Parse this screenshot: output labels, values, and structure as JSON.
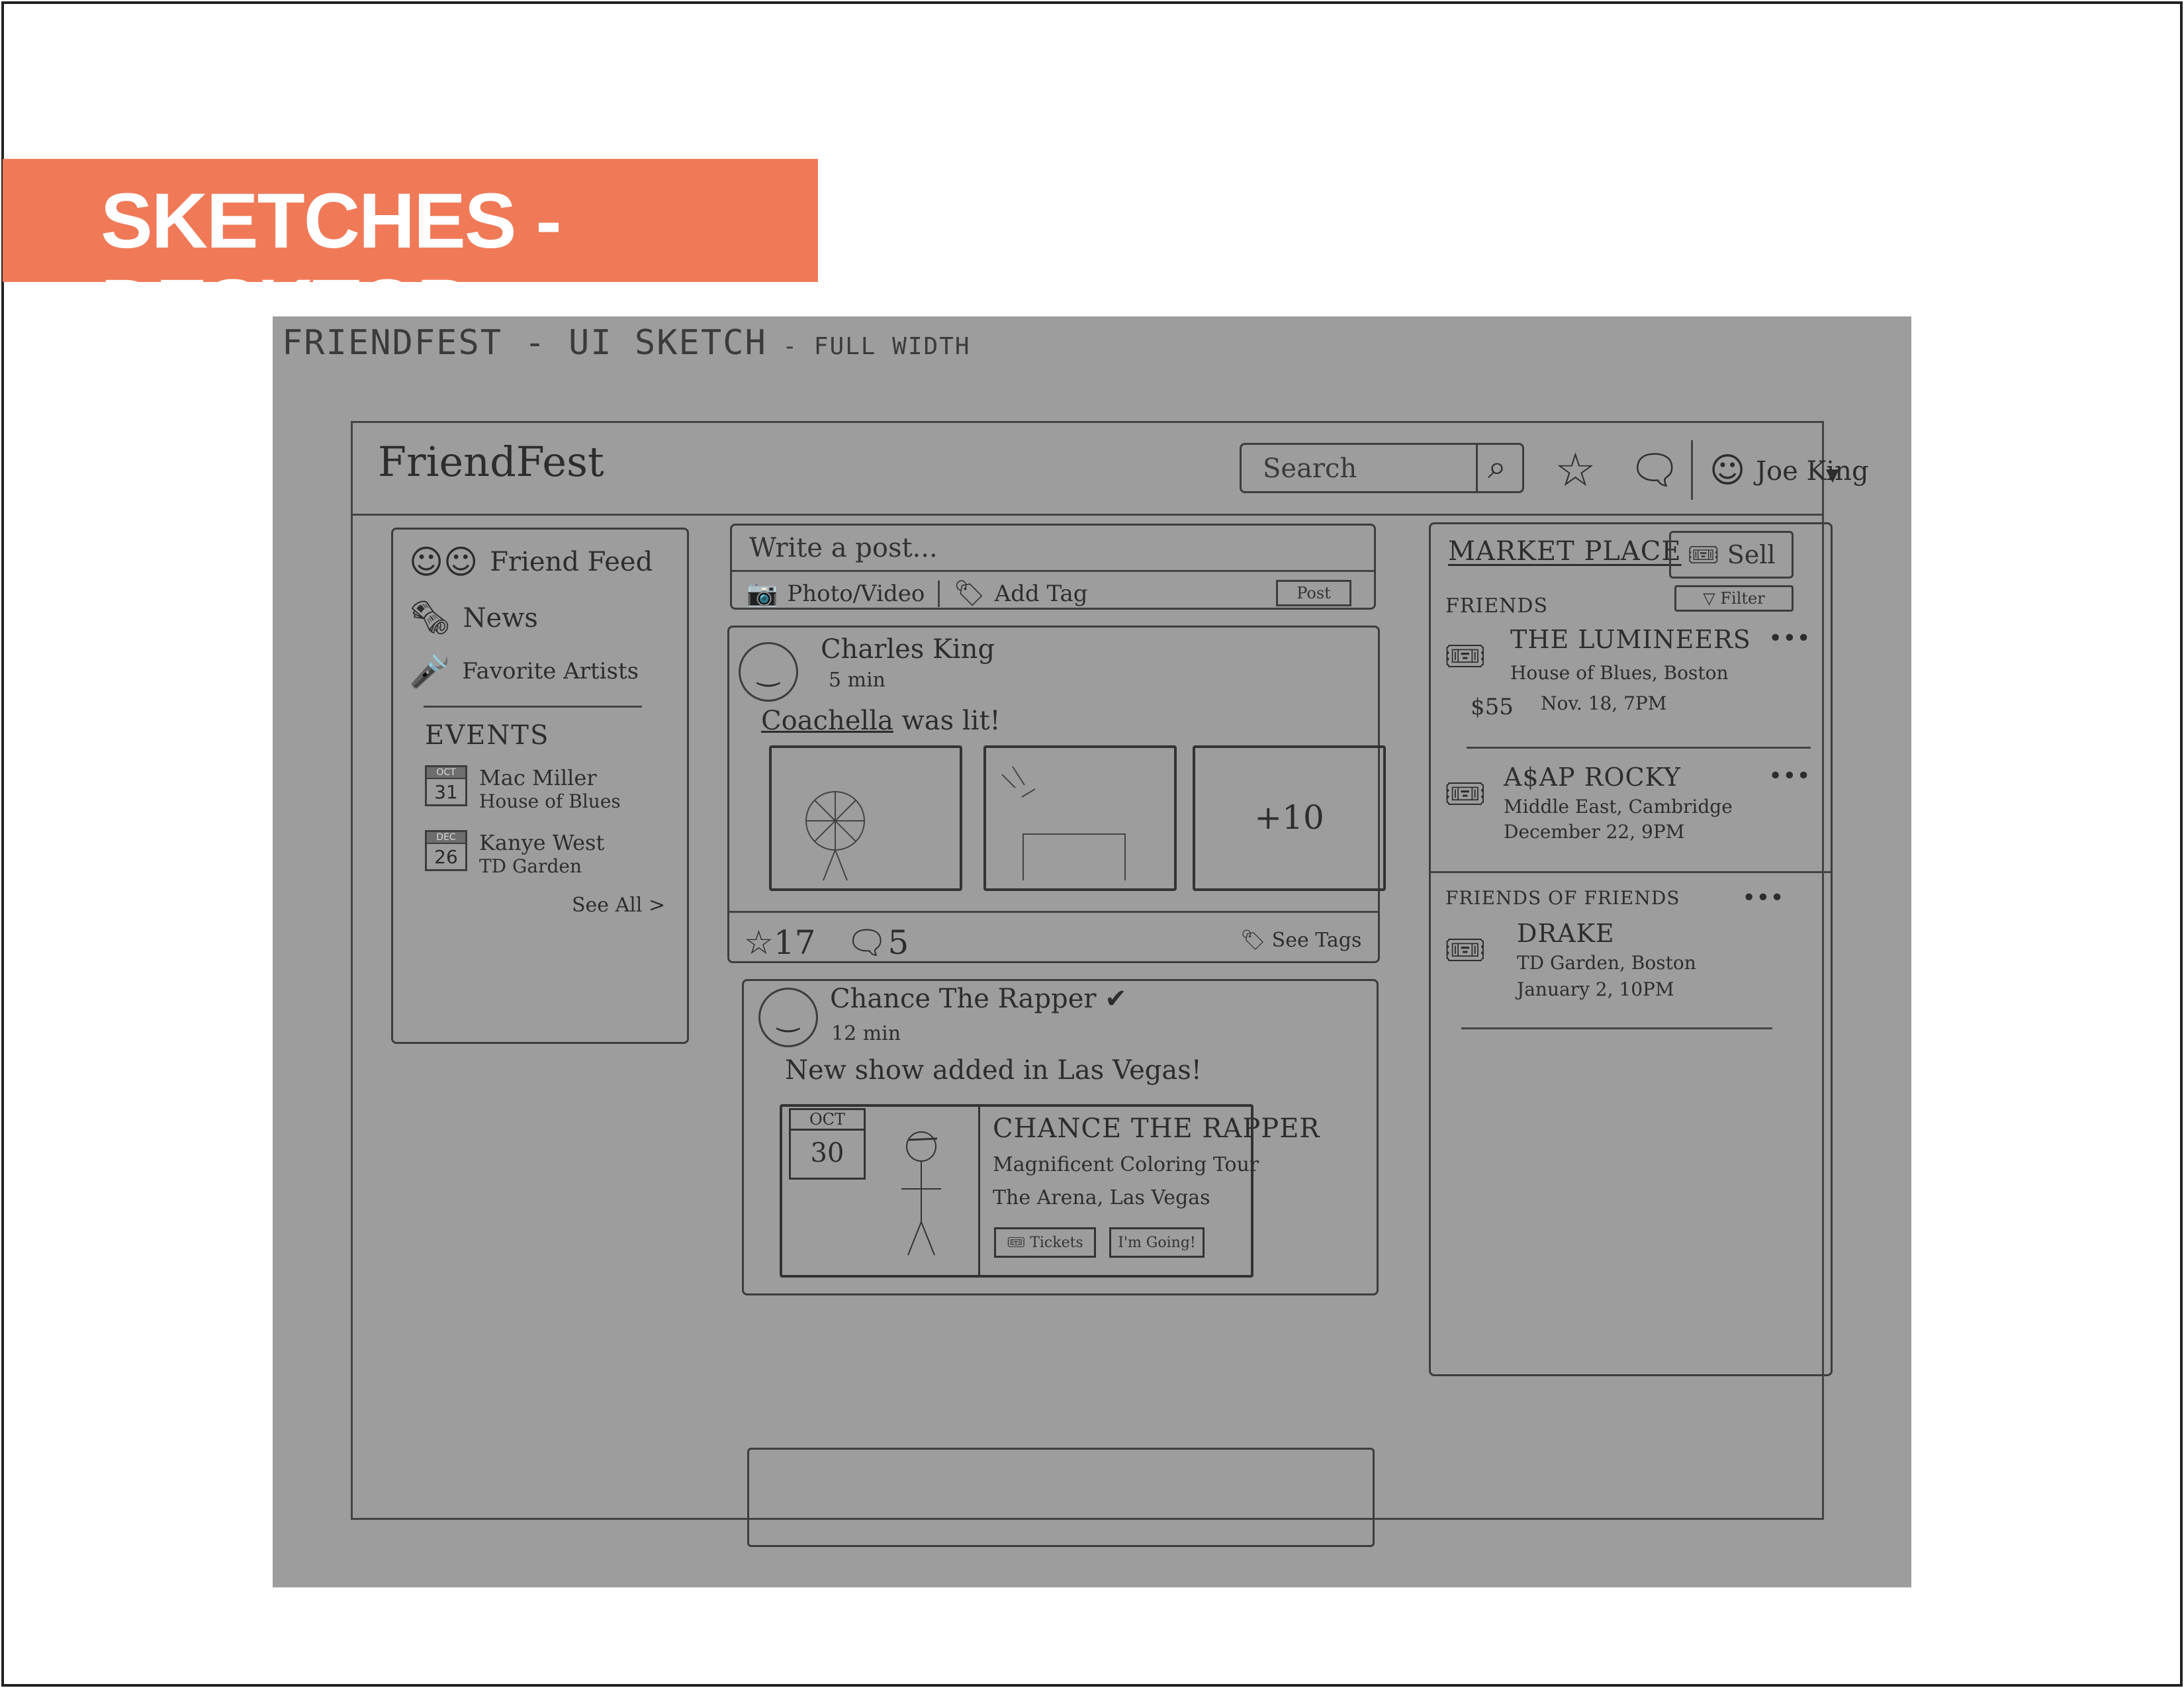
{
  "slide": {
    "banner_title": "SKETCHES - DESKTOP"
  },
  "sketch": {
    "heading": "FRIENDFEST - UI SKETCH",
    "heading_sub": " - FULL WIDTH"
  },
  "header": {
    "logo": "FriendFest",
    "search_placeholder": "Search",
    "user_name": "Joe King"
  },
  "sidebar": {
    "items": [
      {
        "label": "Friend Feed",
        "icon": "people-icon"
      },
      {
        "label": "News",
        "icon": "news-icon"
      },
      {
        "label": "Favorite Artists",
        "icon": "microphone-icon"
      }
    ],
    "events_title": "EVENTS",
    "events": [
      {
        "month": "OCT",
        "day": "31",
        "name": "Mac Miller",
        "venue": "House of Blues"
      },
      {
        "month": "DEC",
        "day": "26",
        "name": "Kanye West",
        "venue": "TD Garden"
      }
    ],
    "see_all": "See All >"
  },
  "composer": {
    "placeholder": "Write a post...",
    "photo_label": "Photo/Video",
    "tag_label": "Add Tag",
    "post_label": "Post"
  },
  "feed": {
    "post1": {
      "author": "Charles King",
      "time": "5 min",
      "text_link": "Coachella",
      "text_rest": " was lit!",
      "more_photos": "+10",
      "likes": "17",
      "comments": "5",
      "see_tags": "See Tags"
    },
    "post2": {
      "author": "Chance The Rapper",
      "time": "12 min",
      "text": "New show added in Las Vegas!",
      "event": {
        "month": "OCT",
        "day": "30",
        "title": "CHANCE THE RAPPER",
        "tour": "Magnificent Coloring Tour",
        "venue": "The Arena, Las Vegas",
        "tickets_label": "Tickets",
        "going_label": "I'm Going!"
      }
    }
  },
  "marketplace": {
    "title": "MARKET PLACE",
    "sell_label": "Sell",
    "filter_label": "Filter",
    "friends_title": "FRIENDS",
    "fof_title": "FRIENDS OF FRIENDS",
    "friends_items": [
      {
        "artist": "THE LUMINEERS",
        "venue": "House of Blues, Boston",
        "date": "Nov. 18, 7PM",
        "price": "$55"
      },
      {
        "artist": "A$AP ROCKY",
        "venue": "Middle East, Cambridge",
        "date": "December 22, 9PM"
      }
    ],
    "fof_items": [
      {
        "artist": "DRAKE",
        "venue": "TD Garden, Boston",
        "date": "January 2, 10PM"
      }
    ],
    "more_glyph": "•••"
  }
}
